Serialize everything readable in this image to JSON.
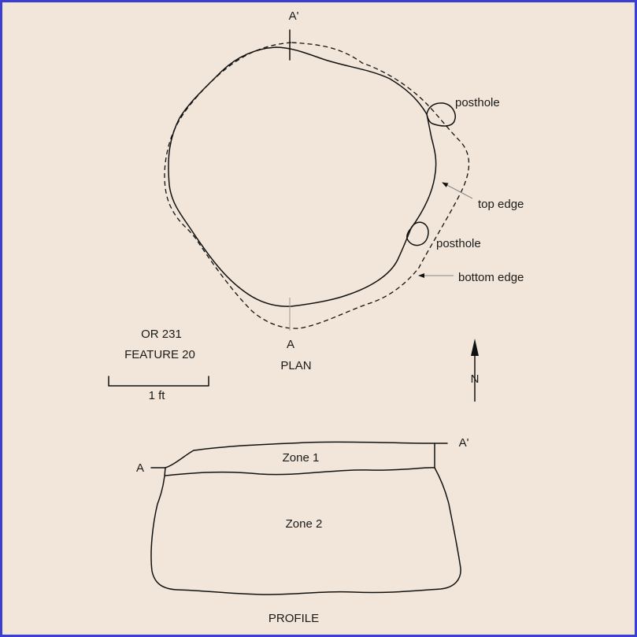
{
  "plan": {
    "section_top_label": "A'",
    "section_bottom_label": "A",
    "posthole_upper_label": "posthole",
    "posthole_lower_label": "posthole",
    "top_edge_label": "top edge",
    "bottom_edge_label": "bottom edge",
    "title": "PLAN"
  },
  "site": {
    "site_id": "OR 231",
    "feature": "FEATURE 20"
  },
  "scale": {
    "label": "1 ft"
  },
  "north_arrow": {
    "label": "N"
  },
  "profile": {
    "left_label": "A",
    "right_label": "A'",
    "zone_1": "Zone 1",
    "zone_2": "Zone 2",
    "title": "PROFILE"
  }
}
